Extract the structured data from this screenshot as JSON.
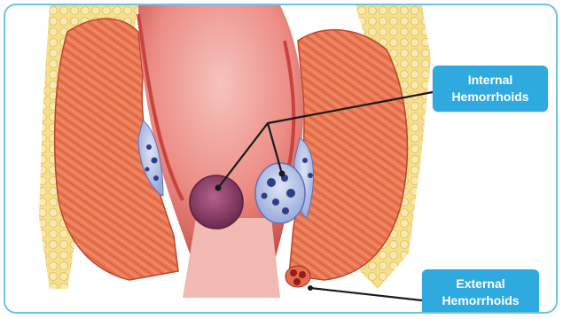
{
  "colors": {
    "border": "#6cc4ea",
    "label_bg": "#2eaadf",
    "label_text": "#ffffff",
    "fat": "#f4d77a",
    "muscle": "#e8704a",
    "lumen": "#f2a6a0",
    "mucosa": "#d9534f",
    "internal_hemorrhoid": "#8b3a62",
    "vein": "#7a8fd0"
  },
  "labels": {
    "internal": [
      "Internal",
      "Hemorrhoids"
    ],
    "external": [
      "External",
      "Hemorrhoids"
    ]
  }
}
